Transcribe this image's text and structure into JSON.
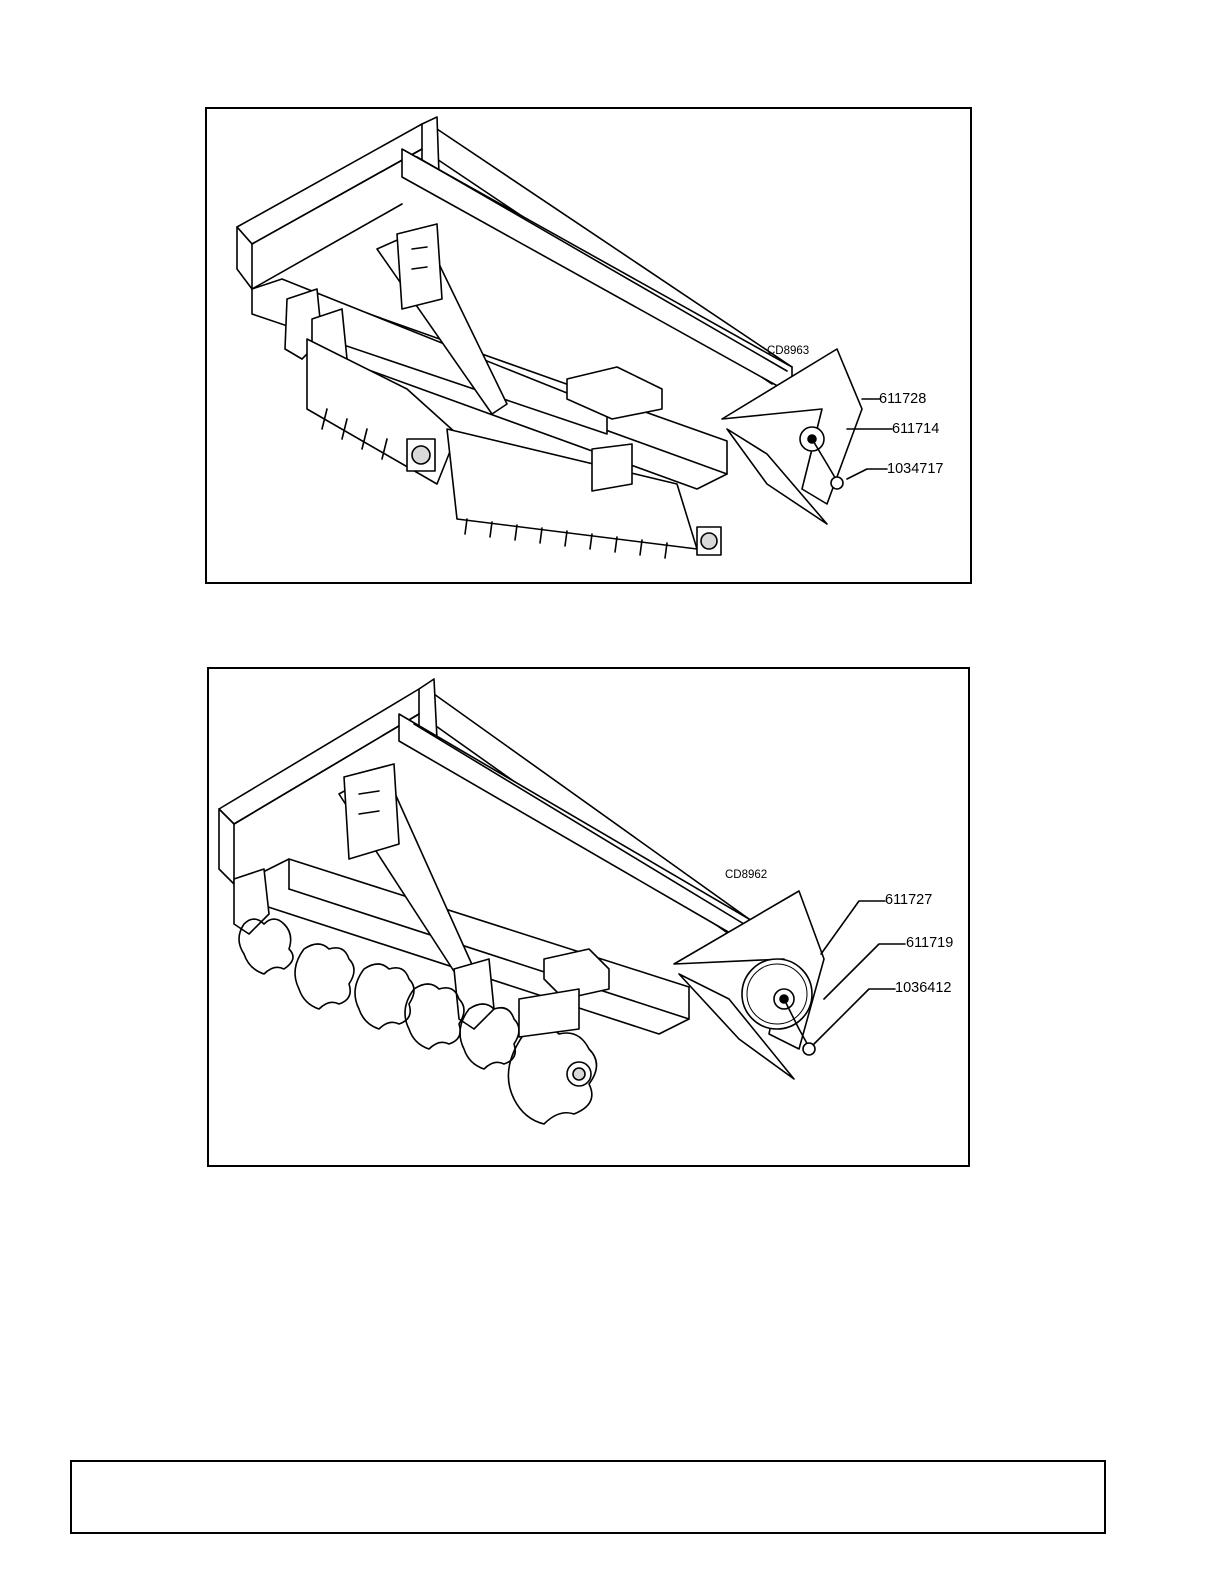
{
  "figures": [
    {
      "drawing_code": "CD8963",
      "callouts": [
        "611728",
        "611714",
        "1034717"
      ],
      "content": "aerator-frame-drawing"
    },
    {
      "drawing_code": "CD8962",
      "callouts": [
        "611727",
        "611719",
        "1036412"
      ],
      "content": "disc-harrow-frame-drawing"
    }
  ],
  "footer": {
    "text": ""
  }
}
